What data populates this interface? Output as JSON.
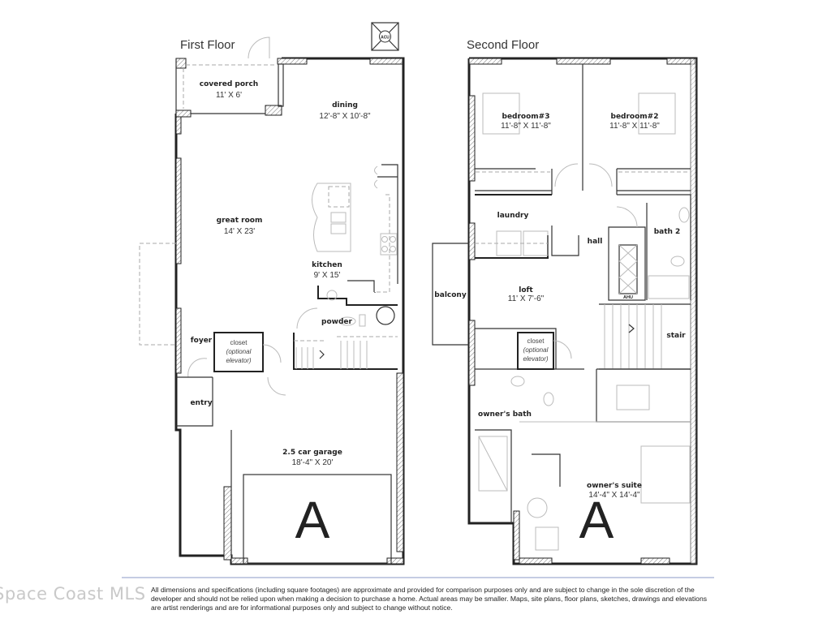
{
  "first_floor": {
    "title": "First Floor",
    "acu_label": "ACU",
    "rooms": {
      "covered_porch": {
        "name": "covered porch",
        "size": "11' X 6'"
      },
      "dining": {
        "name": "dining",
        "size": "12'-8\" X 10'-8\""
      },
      "great_room": {
        "name": "great room",
        "size": "14' X 23'"
      },
      "kitchen": {
        "name": "kitchen",
        "size": "9' X 15'"
      },
      "powder": {
        "name": "powder"
      },
      "foyer": {
        "name": "foyer"
      },
      "closet": {
        "name": "closet",
        "note1": "(optional",
        "note2": "elevator)"
      },
      "entry": {
        "name": "entry"
      },
      "garage": {
        "name": "2.5 car garage",
        "size": "18'-4\" X 20'"
      }
    },
    "elevation_letter": "A"
  },
  "second_floor": {
    "title": "Second Floor",
    "ahu_label": "AHU",
    "rooms": {
      "bedroom3": {
        "name": "bedroom#3",
        "size": "11'-8\" X 11'-8\""
      },
      "bedroom2": {
        "name": "bedroom#2",
        "size": "11'-8\" X 11'-8\""
      },
      "laundry": {
        "name": "laundry"
      },
      "hall": {
        "name": "hall"
      },
      "bath2": {
        "name": "bath 2"
      },
      "balcony": {
        "name": "balcony"
      },
      "loft": {
        "name": "loft",
        "size": "11' X 7'-6\""
      },
      "closet": {
        "name": "closet",
        "note1": "(optional",
        "note2": "elevator)"
      },
      "stair": {
        "name": "stair"
      },
      "owners_bath": {
        "name": "owner's bath"
      },
      "owners_suite": {
        "name": "owner's suite",
        "size": "14'-4\" X 14'-4\""
      }
    },
    "elevation_letter": "A"
  },
  "footer": {
    "watermark": "Space Coast MLS",
    "disclaimer": "All dimensions and specifications (including square footages) are approximate and provided for comparison purposes only and are subject to change in the sole discretion of the developer and should not be relied upon when making a decision to purchase a home. Actual areas may be smaller. Maps, site plans, floor plans, sketches, drawings and elevations are artist renderings and are for informational purposes only and subject to change without notice.",
    "line_color": "#c5cce3"
  }
}
